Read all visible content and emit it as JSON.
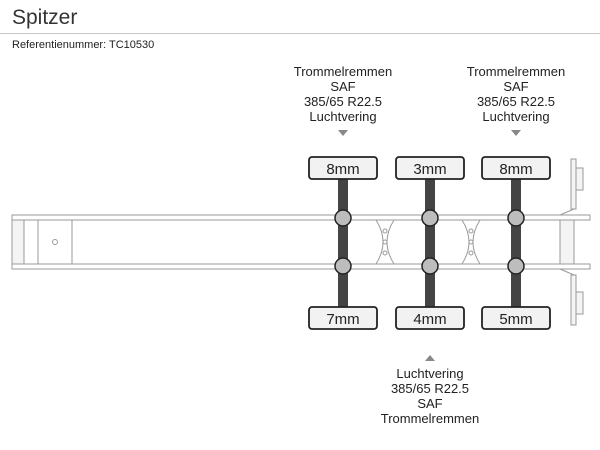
{
  "title": "Spitzer",
  "reference": "Referentienummer: TC10530",
  "axles": [
    {
      "top_tire": "8mm",
      "bottom_tire": "7mm",
      "top_spec": [
        "Trommelremmen",
        "SAF",
        "385/65 R22.5",
        "Luchtvering"
      ]
    },
    {
      "top_tire": "3mm",
      "bottom_tire": "4mm",
      "bottom_spec": [
        "Luchtvering",
        "385/65 R22.5",
        "SAF",
        "Trommelremmen"
      ]
    },
    {
      "top_tire": "8mm",
      "bottom_tire": "5mm",
      "top_spec": [
        "Trommelremmen",
        "SAF",
        "385/65 R22.5",
        "Luchtvering"
      ]
    }
  ],
  "colors": {
    "frame_stroke": "#9a9a9a",
    "tire_fill": "#f2f2f2",
    "tire_stroke": "#222222",
    "axle_fill": "#444444",
    "hub_fill": "#bdbdbd",
    "marker": "#888888"
  }
}
